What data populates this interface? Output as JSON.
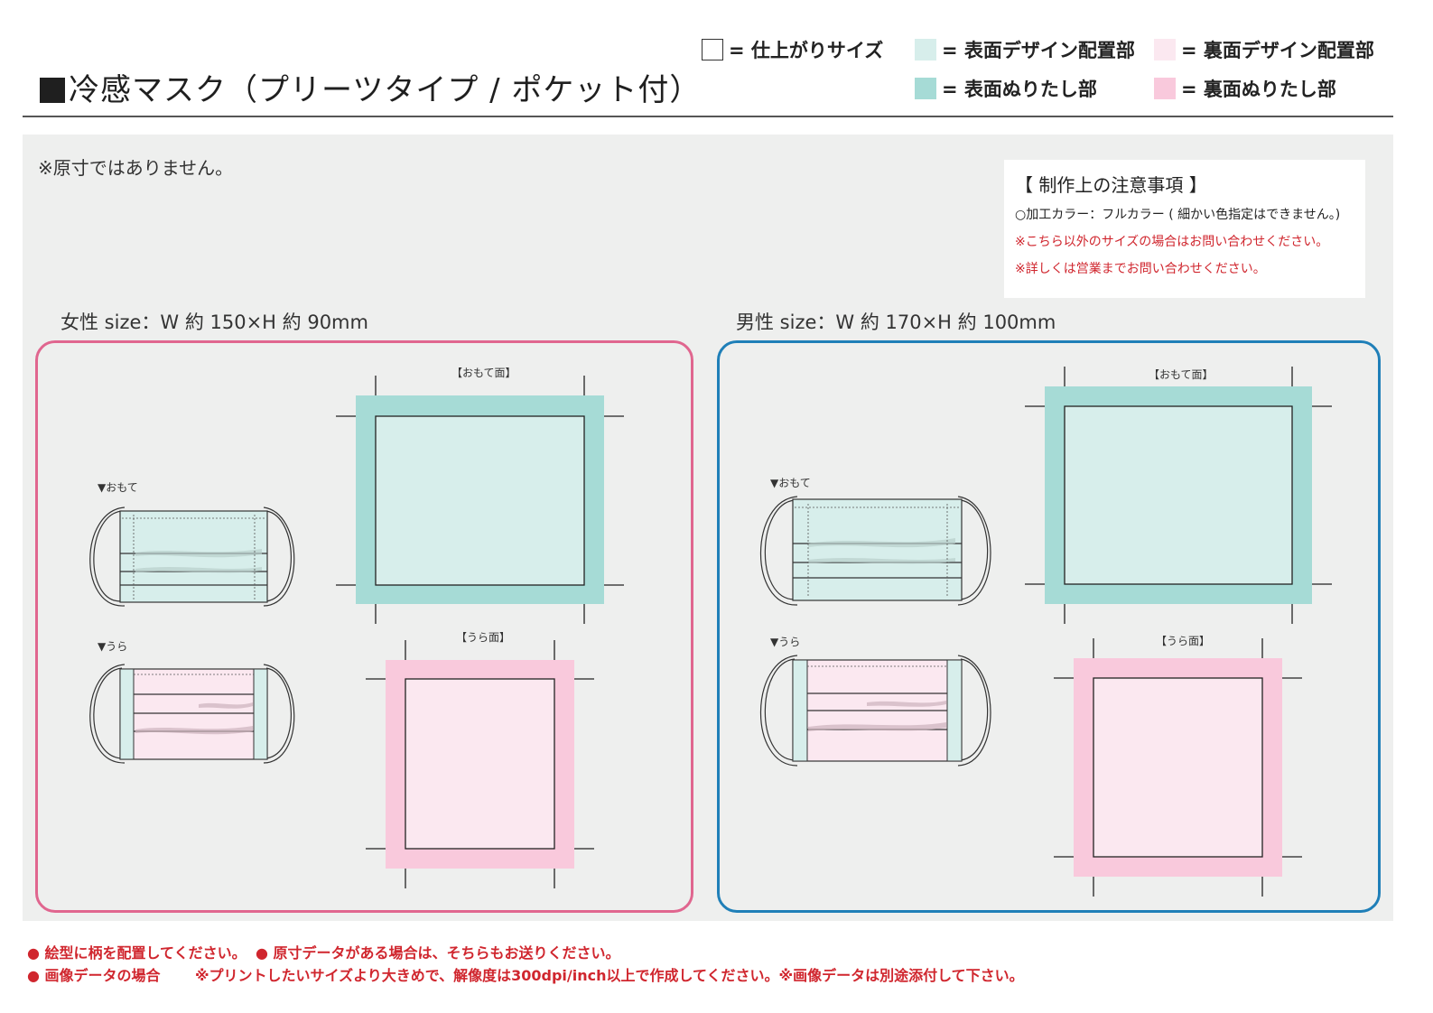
{
  "title": "冷感マスク（プリーツタイプ / ポケット付）",
  "legend": [
    {
      "label": "= 仕上がりサイズ",
      "swatch": "#ffffff"
    },
    {
      "label": "= 表面デザイン配置部",
      "swatch": "#d7eeeb"
    },
    {
      "label": "= 裏面デザイン配置部",
      "swatch": "#fbe8f0"
    },
    {
      "label": "= 表面ぬりたし部",
      "swatch": "#a6dbd6"
    },
    {
      "label": "= 裏面ぬりたし部",
      "swatch": "#f9c9dc"
    }
  ],
  "note_scale": "※原寸ではありません。",
  "notes": {
    "title": "【 制作上の注意事項 】",
    "line1": "○加工カラー：フルカラー ( 細かい色指定はできません。)",
    "line2": "※こちら以外のサイズの場合はお問い合わせください。",
    "line3": "※詳しくは営業までお問い合わせください。"
  },
  "female": {
    "size_label": "女性 size：W 約 150×H 約 90mm",
    "front_label": "▼おもて",
    "back_label": "▼うら",
    "front_face": "【おもて面】",
    "back_face": "【うら面】",
    "frame_color": "#e0668f"
  },
  "male": {
    "size_label": "男性 size：W 約 170×H 約 100mm",
    "front_label": "▼おもて",
    "back_label": "▼うら",
    "front_face": "【おもて面】",
    "back_face": "【うら面】",
    "frame_color": "#1f7fb8"
  },
  "footer": {
    "line1a": "● 絵型に柄を配置してください。",
    "line1b": "● 原寸データがある場合は、そちらもお送りください。",
    "line2a": "● 画像データの場合",
    "line2b": "※プリントしたいサイズより大きめで、解像度は300dpi/inch以上で作成してください。※画像データは別途添付して下さい。"
  },
  "colors": {
    "front_bleed": "#a6dbd6",
    "front_design": "#d7eeeb",
    "back_bleed": "#f9c9dc",
    "back_design": "#fbe8f0",
    "accent_red": "#d0262e"
  }
}
